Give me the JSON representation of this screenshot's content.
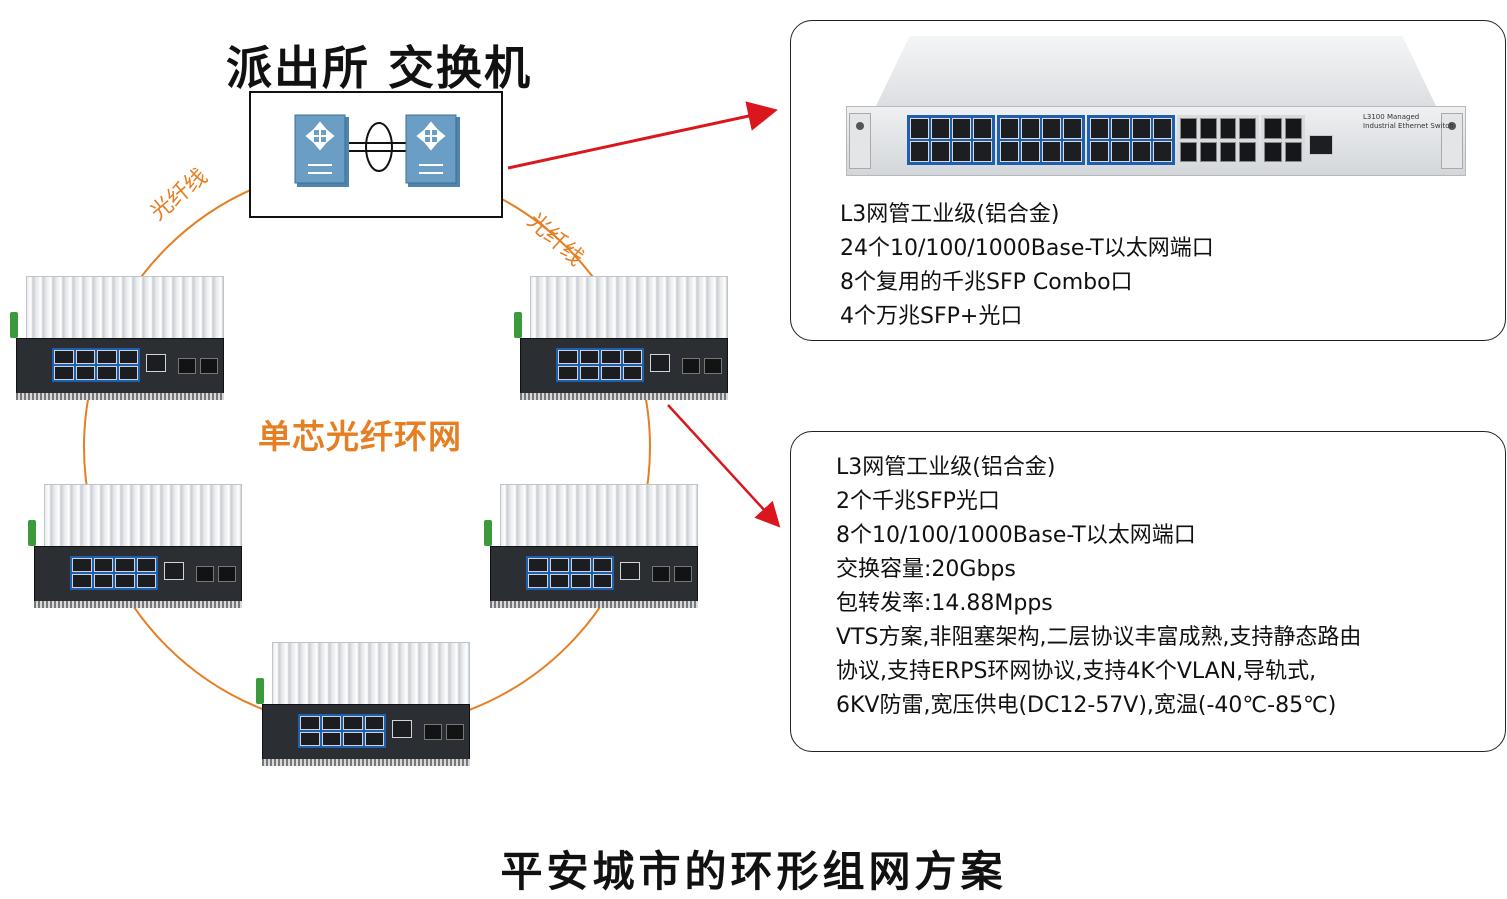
{
  "station": {
    "title": "派出所 交换机"
  },
  "fiber_labels": {
    "left": "光纤线",
    "right": "光纤线"
  },
  "ring_label": "单芯光纤环网",
  "rack_switch": {
    "model_text": "L3100 Managed",
    "model_subtext": "Industrial Ethernet Switch",
    "specs": [
      "L3网管工业级(铝合金)",
      "24个10/100/1000Base-T以太网端口",
      "8个复用的千兆SFP Combo口",
      "4个万兆SFP+光口"
    ]
  },
  "ring_switch": {
    "specs": [
      "L3网管工业级(铝合金)",
      "2个千兆SFP光口",
      "8个10/100/1000Base-T以太网端口",
      "交换容量:20Gbps",
      "包转发率:14.88Mpps",
      "VTS方案,非阻塞架构,二层协议丰富成熟,支持静态路由",
      "协议,支持ERPS环网协议,支持4K个VLAN,导轨式,",
      "6KV防雷,宽压供电(DC12-57V),宽温(-40℃-85℃)"
    ]
  },
  "page_title": "平安城市的环形组网方案",
  "colors": {
    "ring": "#e67e22",
    "arrow": "#d9171d",
    "router": "#5b8fb5",
    "port_blue": "#1f5fb0"
  },
  "icons": [
    "router-icon",
    "router-icon",
    "link-aggregation-icon",
    "arrow-icon"
  ]
}
